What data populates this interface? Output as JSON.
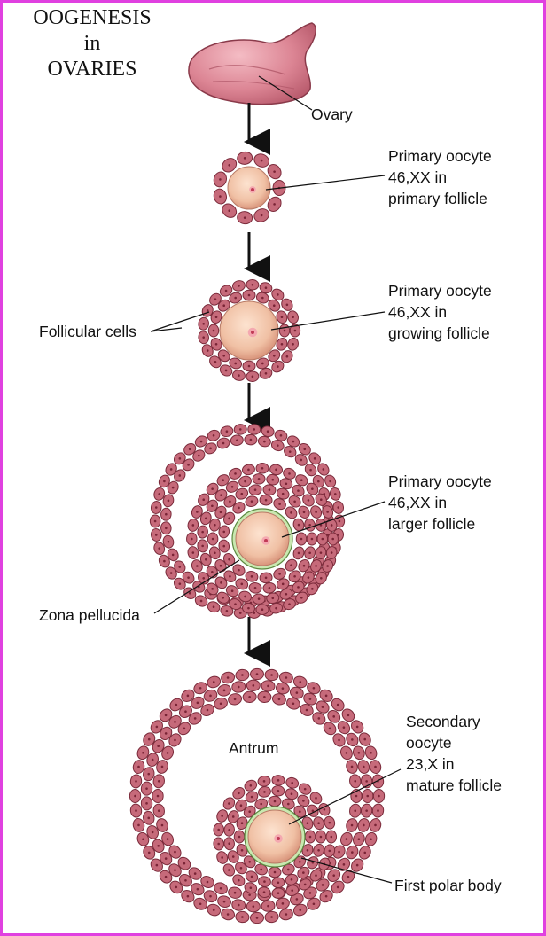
{
  "title": {
    "line1": "OOGENESIS",
    "line2": "in",
    "line3": "OVARIES"
  },
  "labels": {
    "ovary": "Ovary",
    "stage1": {
      "line1": "Primary oocyte",
      "line2": "46,XX in",
      "line3": "primary follicle"
    },
    "stage2": {
      "line1": "Primary oocyte",
      "line2": "46,XX in",
      "line3": "growing follicle"
    },
    "follicular_cells": "Follicular cells",
    "stage3": {
      "line1": "Primary oocyte",
      "line2": "46,XX in",
      "line3": "larger follicle"
    },
    "zona_pellucida": "Zona pellucida",
    "antrum": "Antrum",
    "stage4": {
      "line1": "Secondary",
      "line2": "oocyte",
      "line3": "23,X in",
      "line4": "mature follicle"
    },
    "first_polar_body": "First polar body"
  },
  "colors": {
    "frame": "#e040e0",
    "cell_fill": "#c66a7a",
    "cell_stroke": "#7a2a3a",
    "oocyte": "#f2c7ae",
    "zona": "#c9e8b0",
    "ovary": "#d97f8e"
  }
}
